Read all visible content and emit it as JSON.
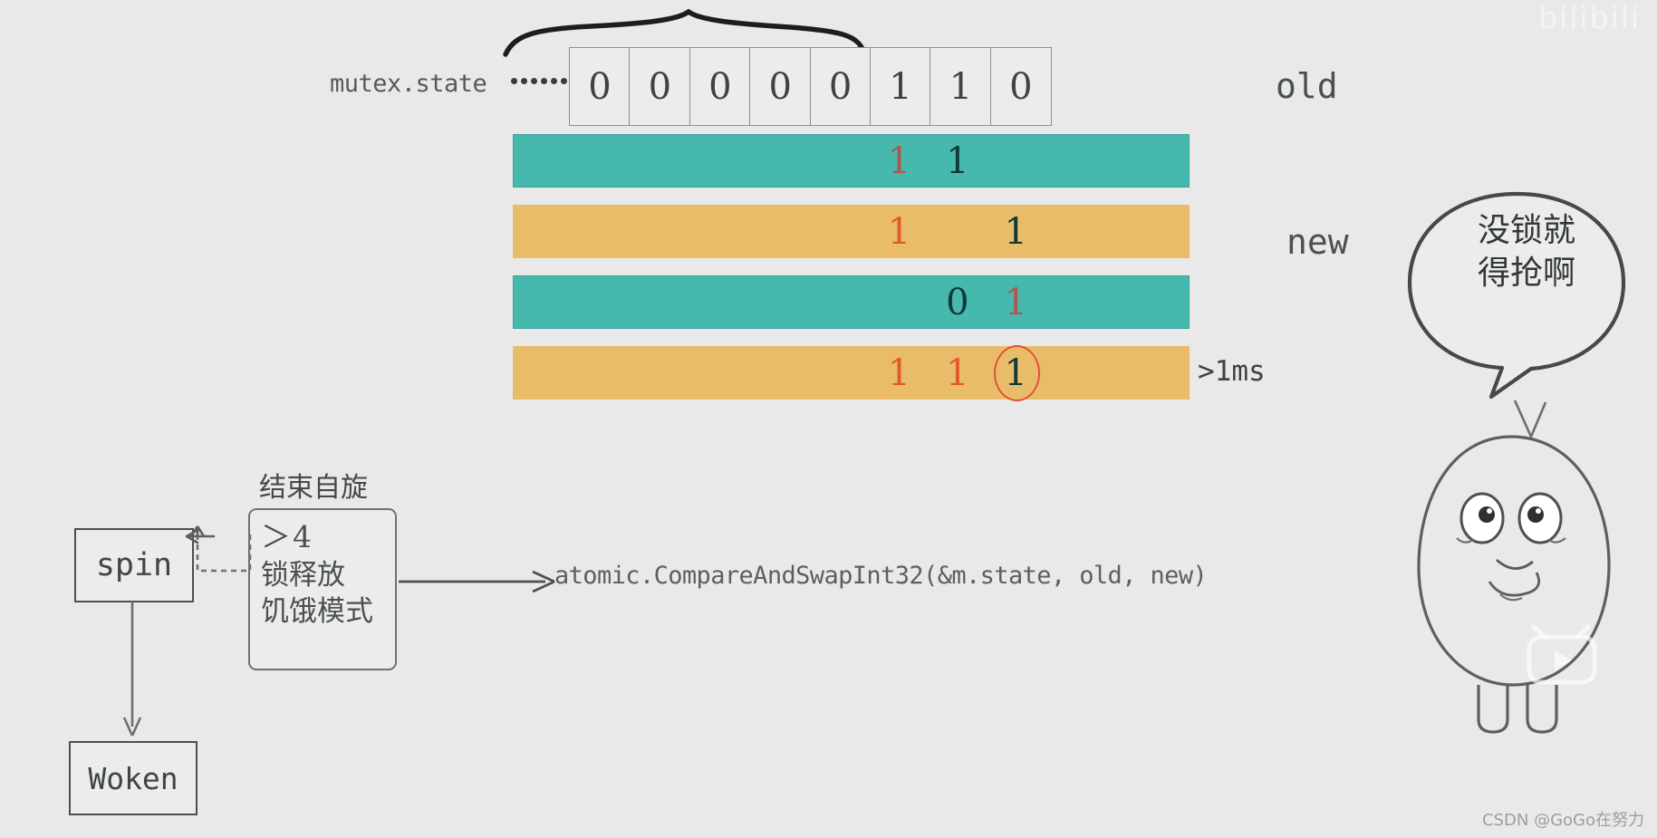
{
  "diagram": {
    "state_label": "mutex.state",
    "ellipsis": "......",
    "bits": [
      "0",
      "0",
      "0",
      "0",
      "0",
      "1",
      "1",
      "0"
    ],
    "brace_span_cells": 5,
    "labels": {
      "old": "old",
      "new": "new",
      "timeout": ">1ms"
    },
    "rows": [
      {
        "color_name": "teal",
        "color": "#46b8ae",
        "cells": [
          {
            "value": "",
            "style": "empty"
          },
          {
            "value": "",
            "style": "empty"
          },
          {
            "value": "",
            "style": "empty"
          },
          {
            "value": "",
            "style": "empty"
          },
          {
            "value": "",
            "style": "empty"
          },
          {
            "value": "1",
            "style": "red"
          },
          {
            "value": "1",
            "style": "dark"
          },
          {
            "value": "",
            "style": "empty"
          }
        ]
      },
      {
        "color_name": "amber",
        "color": "#e9bc6a",
        "cells": [
          {
            "value": "",
            "style": "empty"
          },
          {
            "value": "",
            "style": "empty"
          },
          {
            "value": "",
            "style": "empty"
          },
          {
            "value": "",
            "style": "empty"
          },
          {
            "value": "",
            "style": "empty"
          },
          {
            "value": "1",
            "style": "orange"
          },
          {
            "value": "",
            "style": "empty"
          },
          {
            "value": "1",
            "style": "dark"
          }
        ]
      },
      {
        "color_name": "teal",
        "color": "#46b8ae",
        "cells": [
          {
            "value": "",
            "style": "empty"
          },
          {
            "value": "",
            "style": "empty"
          },
          {
            "value": "",
            "style": "empty"
          },
          {
            "value": "",
            "style": "empty"
          },
          {
            "value": "",
            "style": "empty"
          },
          {
            "value": "",
            "style": "empty"
          },
          {
            "value": "0",
            "style": "dark"
          },
          {
            "value": "1",
            "style": "red"
          }
        ]
      },
      {
        "color_name": "amber",
        "color": "#e9bc6a",
        "cells": [
          {
            "value": "",
            "style": "empty"
          },
          {
            "value": "",
            "style": "empty"
          },
          {
            "value": "",
            "style": "empty"
          },
          {
            "value": "",
            "style": "empty"
          },
          {
            "value": "",
            "style": "empty"
          },
          {
            "value": "1",
            "style": "orange"
          },
          {
            "value": "1",
            "style": "orange"
          },
          {
            "value": "1",
            "style": "dark-circled"
          }
        ]
      }
    ]
  },
  "flow": {
    "spin_box": "spin",
    "woken_box": "Woken",
    "end_spin_label": "结束自旋",
    "condition_lines": [
      "＞4",
      "锁释放",
      "饥饿模式"
    ],
    "cas_code": "atomic.CompareAndSwapInt32(&m.state, old, new)"
  },
  "character": {
    "speech_line_1": "没锁就",
    "speech_line_2": "得抢啊"
  },
  "watermarks": {
    "top_right": "bilibili",
    "bottom_right": "CSDN @GoGo在努力"
  },
  "theme": {
    "background": "#e9e9e9",
    "teal": "#46b8ae",
    "amber": "#e9bc6a",
    "dark_digit": "#10393a",
    "red_digit": "#b0564d",
    "orange_digit": "#e2592a",
    "circle_stroke": "#e0523a",
    "ink": "#4b4f52"
  }
}
